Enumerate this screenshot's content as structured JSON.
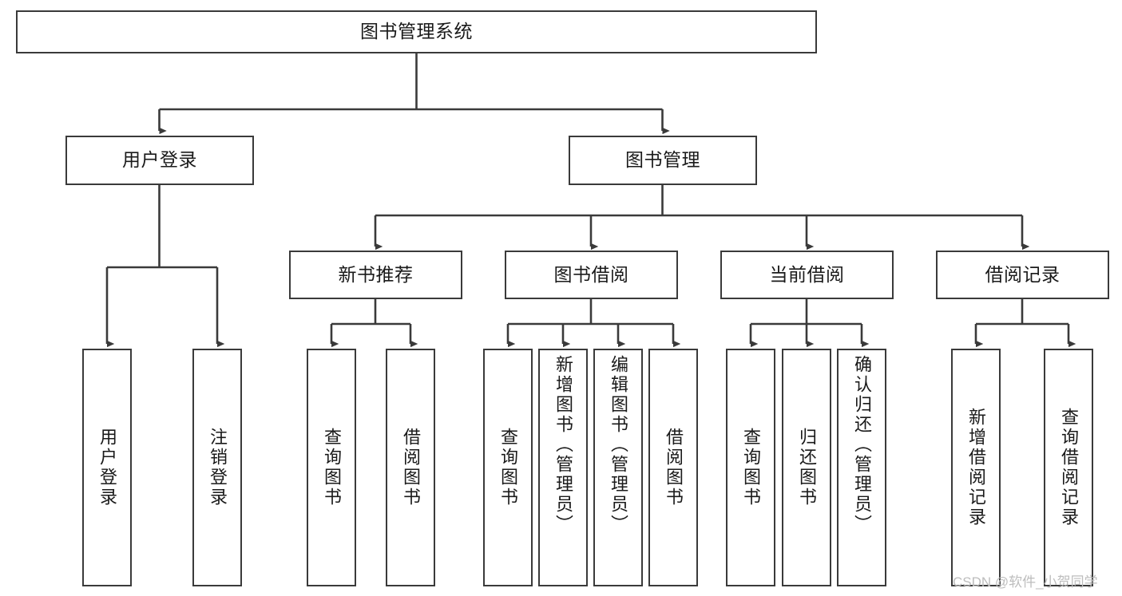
{
  "diagram": {
    "type": "tree-hierarchy-chart",
    "title": "图书管理系统",
    "orientation": "top-down",
    "line_color": "#3a3a3a",
    "box_fill": "#ffffff",
    "text_color": "#1a1a1a"
  },
  "nodes": {
    "root": {
      "label": "图书管理系统"
    },
    "level2": [
      {
        "id": "user-login",
        "label": "用户登录"
      },
      {
        "id": "book-manage",
        "label": "图书管理"
      }
    ],
    "level3": [
      {
        "id": "new-book-recommend",
        "label": "新书推荐"
      },
      {
        "id": "book-borrow",
        "label": "图书借阅"
      },
      {
        "id": "current-borrow",
        "label": "当前借阅"
      },
      {
        "id": "borrow-record",
        "label": "借阅记录"
      }
    ],
    "leaves": [
      {
        "id": "leaf-user-login",
        "label": "用户登录",
        "parent": "user-login"
      },
      {
        "id": "leaf-logout-login",
        "label": "注销登录",
        "parent": "user-login"
      },
      {
        "id": "leaf-query-book-1",
        "label": "查询图书",
        "parent": "new-book-recommend"
      },
      {
        "id": "leaf-borrow-book-1",
        "label": "借阅图书",
        "parent": "new-book-recommend"
      },
      {
        "id": "leaf-query-book-2",
        "label": "查询图书",
        "parent": "book-borrow"
      },
      {
        "id": "leaf-add-book",
        "label": "新增图书（管理员）",
        "parent": "book-borrow"
      },
      {
        "id": "leaf-edit-book",
        "label": "编辑图书（管理员）",
        "parent": "book-borrow"
      },
      {
        "id": "leaf-borrow-book-2",
        "label": "借阅图书",
        "parent": "book-borrow"
      },
      {
        "id": "leaf-query-book-3",
        "label": "查询图书",
        "parent": "current-borrow"
      },
      {
        "id": "leaf-return-book",
        "label": "归还图书",
        "parent": "current-borrow"
      },
      {
        "id": "leaf-confirm-return",
        "label": "确认归还（管理员）",
        "parent": "current-borrow"
      },
      {
        "id": "leaf-add-record",
        "label": "新增借阅记录",
        "parent": "borrow-record"
      },
      {
        "id": "leaf-query-record",
        "label": "查询借阅记录",
        "parent": "borrow-record"
      }
    ]
  },
  "watermark": {
    "text": "CSDN @软件_小贺同学"
  }
}
